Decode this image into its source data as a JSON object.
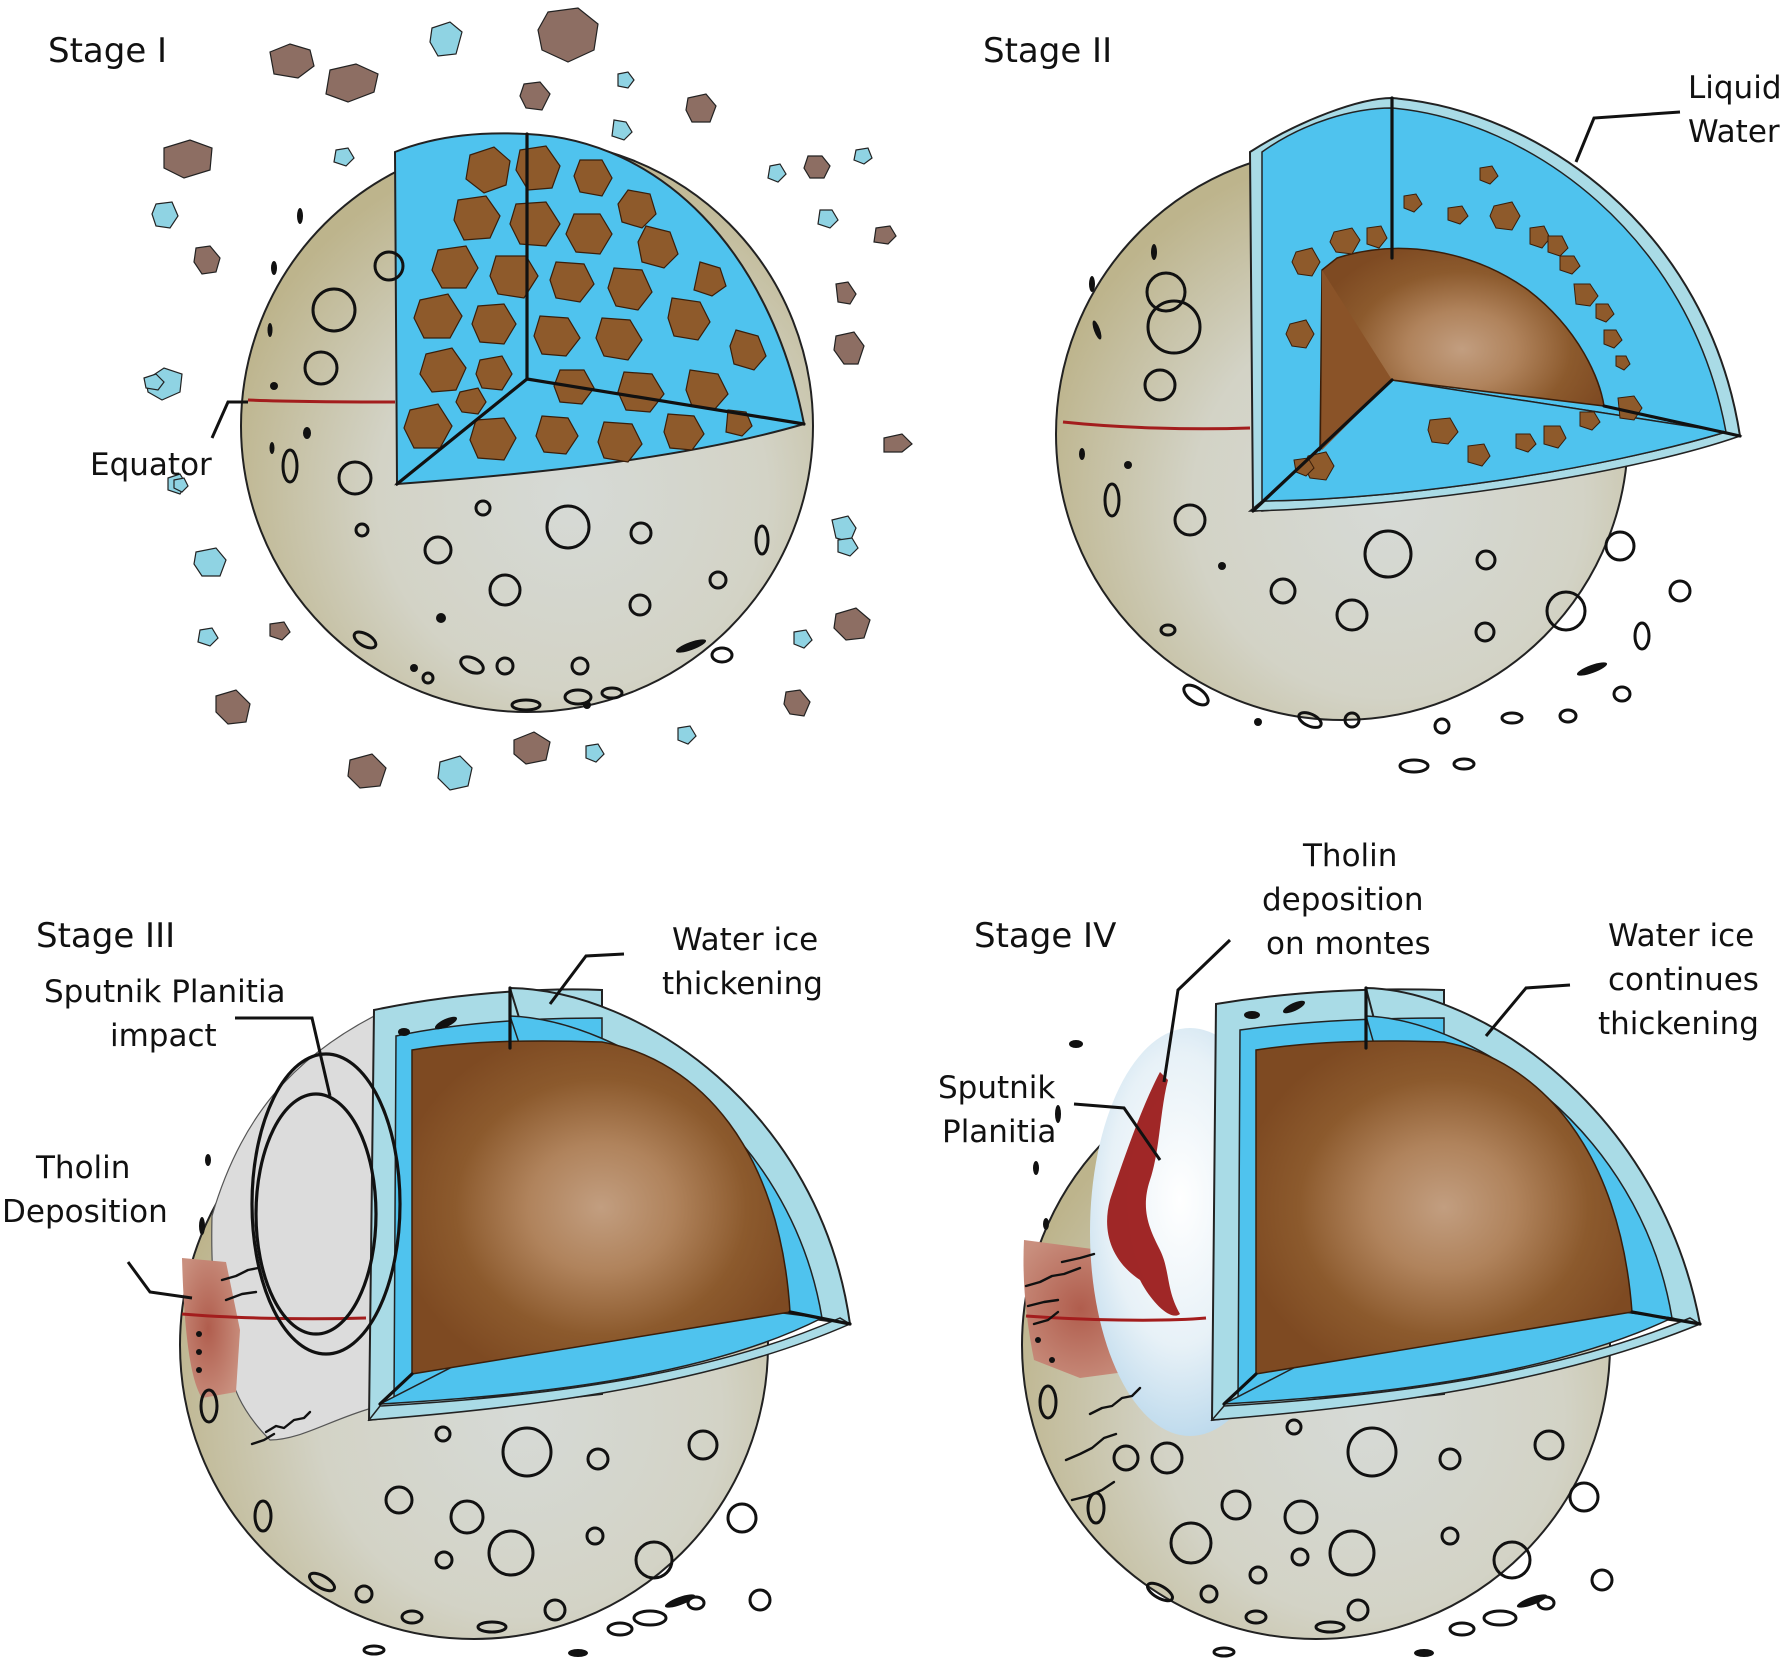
{
  "panels": [
    {
      "id": "stage-1",
      "title": "Stage I",
      "labels": {
        "equator": "Equator"
      }
    },
    {
      "id": "stage-2",
      "title": "Stage II",
      "labels": {
        "liquid_water_line1": "Liquid",
        "liquid_water_line2": "Water"
      }
    },
    {
      "id": "stage-3",
      "title": "Stage III",
      "labels": {
        "sputnik_impact_line1": "Sputnik Planitia",
        "sputnik_impact_line2": "impact",
        "tholin_line1": "Tholin",
        "tholin_line2": "Deposition",
        "water_ice_line1": "Water ice",
        "water_ice_line2": "thickening"
      }
    },
    {
      "id": "stage-4",
      "title": "Stage IV",
      "labels": {
        "tholin_montes_line1": "Tholin",
        "tholin_montes_line2": "deposition",
        "tholin_montes_line3": "on montes",
        "water_ice_line1": "Water ice",
        "water_ice_line2": "continues",
        "water_ice_line3": "thickening",
        "sputnik_line1": "Sputnik",
        "sputnik_line2": "Planitia"
      }
    }
  ],
  "colors": {
    "surface": "#d9d4bd",
    "surface_shade": "#bdb48c",
    "liquid_water": "#4fc3ee",
    "water_ice": "#a9dbe6",
    "rock": "#8e5a2b",
    "core": "#7e4a22",
    "debris_rock": "#8d6e63",
    "debris_ice": "#8fd3e3",
    "equator": "#a31d1d",
    "tholin": "#a4584a",
    "tholin_montes": "#9b1b1b",
    "impact_basin": "#dcdcdc"
  }
}
